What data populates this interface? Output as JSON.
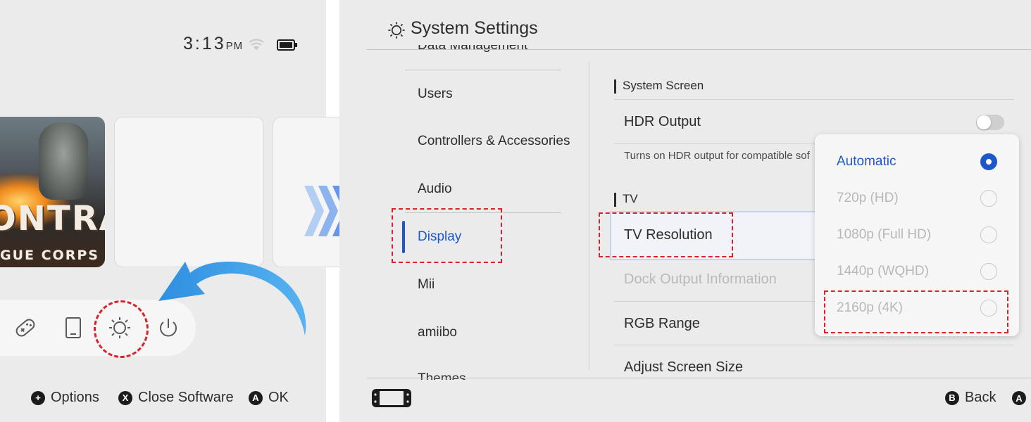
{
  "home": {
    "time": "3:13",
    "time_ampm": "PM",
    "game": {
      "title_visible": "ONTRA",
      "subtitle_visible": "GUE CORPS"
    },
    "dock_icons": [
      "controllers-icon",
      "album-icon",
      "settings-icon",
      "power-icon"
    ],
    "hints": [
      {
        "button": "+",
        "label": "Options"
      },
      {
        "button": "X",
        "label": "Close Software"
      },
      {
        "button": "A",
        "label": "OK"
      }
    ]
  },
  "settings": {
    "title": "System Settings",
    "sidebar": {
      "partial_top": "Data Management",
      "items": [
        "Users",
        "Controllers & Accessories",
        "Audio",
        "Display",
        "Mii",
        "amiibo"
      ],
      "partial_bottom": "Themes",
      "selected": "Display"
    },
    "sections": [
      {
        "heading": "System Screen"
      },
      {
        "heading": "TV"
      }
    ],
    "rows": {
      "hdr_output": "HDR Output",
      "hdr_desc": "Turns on HDR output for compatible sof",
      "tv_resolution": "TV Resolution",
      "dock_output_info": "Dock Output Information",
      "rgb_range": "RGB Range",
      "adjust_screen_size": "Adjust Screen Size"
    },
    "hdr_toggle_on": false,
    "resolution_options": [
      "Automatic",
      "720p (HD)",
      "1080p (Full HD)",
      "1440p (WQHD)",
      "2160p (4K)"
    ],
    "resolution_selected": "Automatic",
    "footer": {
      "back_button": "B",
      "back_label": "Back",
      "confirm_button": "A"
    }
  },
  "colors": {
    "accent": "#1e57c8",
    "highlight_red": "#d9232c",
    "arrow_blue": "#2f8fe0"
  }
}
